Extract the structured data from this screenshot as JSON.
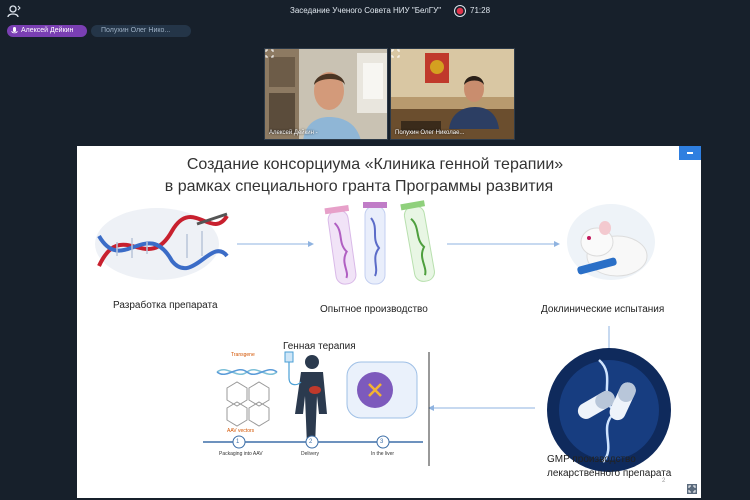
{
  "header": {
    "title": "Заседание Ученого Совета НИУ \"БелГУ\"",
    "timer": "71:28"
  },
  "chips": {
    "speaker": "Алексей Дейкин",
    "other": "Полухин Олег Нико..."
  },
  "videos": [
    {
      "name": "Алексей Дейкин -"
    },
    {
      "name": "Полухин Олег Николае..."
    }
  ],
  "slide": {
    "title_line1": "Создание консорциума «Клиника генной терапии»",
    "title_line2": "в рамках специального  гранта Программы развития",
    "step_development": "Разработка препарата",
    "step_pilot": "Опытное производство",
    "step_preclinical": "Доклинические испытания",
    "step_gene_therapy": "Генная терапия",
    "step_gmp_line1": "GMP производство",
    "step_gmp_line2": "лекарственного препарата",
    "diagram_labels": {
      "transgene": "Transgene",
      "aav": "AAV vectors",
      "packaging": "Packaging into AAV",
      "delivery": "Delivery",
      "liver": "In the liver",
      "n1": "1",
      "n2": "2",
      "n3": "3"
    },
    "page_marker": "2"
  },
  "colors": {
    "background": "#17202b",
    "speaker_chip": "#7a3fb3",
    "record": "#e0334a",
    "slide_menu": "#2f7fe0"
  }
}
